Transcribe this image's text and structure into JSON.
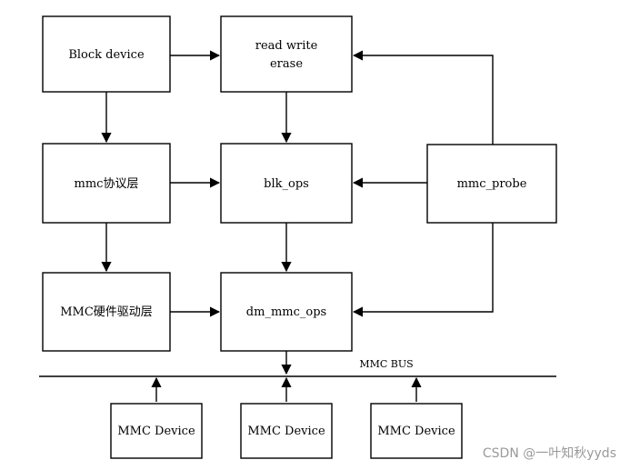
{
  "nodes": {
    "block_device": "Block device",
    "rw_line1": "read write",
    "rw_line2": "erase",
    "mmc_protocol": "mmc协议层",
    "blk_ops": "blk_ops",
    "mmc_probe": "mmc_probe",
    "mmc_hw_driver": "MMC硬件驱动层",
    "dm_mmc_ops": "dm_mmc_ops",
    "device_1": "MMC Device",
    "device_2": "MMC Device",
    "device_3": "MMC Device"
  },
  "bus_label": "MMC BUS",
  "watermark": "CSDN @一叶知秋yyds"
}
